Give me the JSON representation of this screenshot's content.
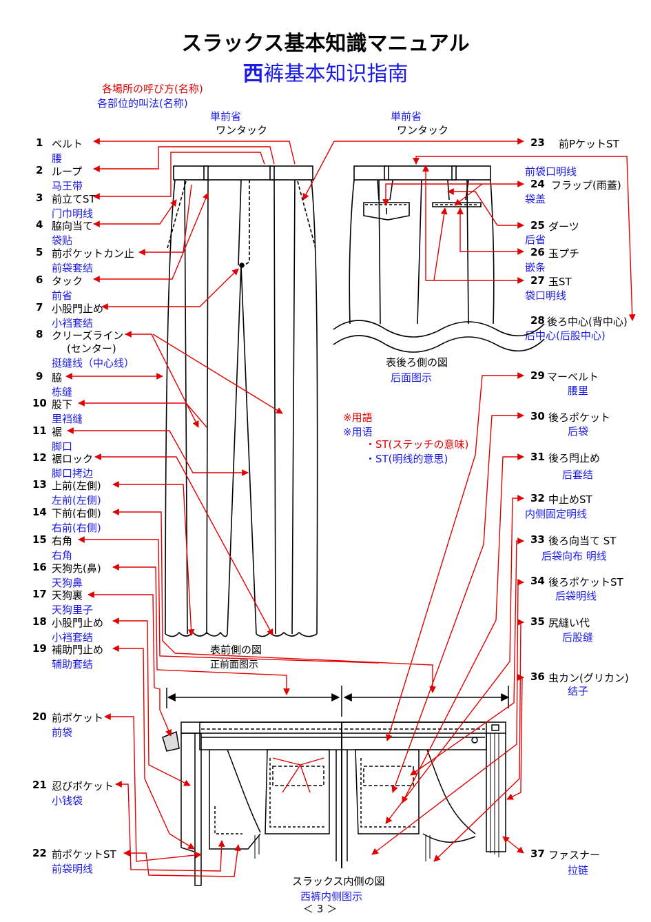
{
  "title_jp": "スラックス基本知識マニュアル",
  "title_cn_hl": "西",
  "title_cn_rest": "裤基本知识指南",
  "subtitle_jp": "各場所の呼び方(名称)",
  "subtitle_cn": "各部位的叫法(名称)",
  "front_top": {
    "a": "単前省",
    "b": "ワンタック"
  },
  "back_top": {
    "a": "単前省",
    "b": "ワンタック"
  },
  "front_caption": {
    "jp": "表前側の図",
    "cn": "正前面图示"
  },
  "back_caption": {
    "jp": "表後ろ側の図",
    "cn": "后面图示"
  },
  "inner_caption": {
    "jp": "スラックス内側の図",
    "cn": "西裤内侧图示"
  },
  "page_number": "＜ 3 ＞",
  "note": {
    "h_jp": "※用語",
    "h_cn": "※用语",
    "l_jp": "・ST(ステッチの意味)",
    "l_cn": "・ST(明线的意思)"
  },
  "left_items": [
    {
      "n": "1",
      "jp": "ベルト",
      "cn": "腰"
    },
    {
      "n": "2",
      "jp": "ループ",
      "cn": "马王带"
    },
    {
      "n": "3",
      "jp": "前立てST",
      "cn": "门巾明线"
    },
    {
      "n": "4",
      "jp": "脇向当て",
      "cn": "袋贴"
    },
    {
      "n": "5",
      "jp": "前ポケットカン止",
      "cn": "前袋套结"
    },
    {
      "n": "6",
      "jp": "タック",
      "cn": "前省"
    },
    {
      "n": "7",
      "jp": "小股門止め",
      "cn": "小裆套结"
    },
    {
      "n": "8",
      "jp": "クリーズライン",
      "jp2": "(センター)",
      "cn": "挺缝线（中心线）"
    },
    {
      "n": "9",
      "jp": "脇",
      "cn": "栋缝"
    },
    {
      "n": "10",
      "jp": "股下",
      "cn": "里裆缝"
    },
    {
      "n": "11",
      "jp": "裾",
      "cn": "脚口"
    },
    {
      "n": "12",
      "jp": "裾ロック",
      "cn": "脚口拷边"
    },
    {
      "n": "13",
      "jp": "上前(左側)",
      "cn": "左前(左侧)"
    },
    {
      "n": "14",
      "jp": "下前(右側)",
      "cn": "右前(右侧)"
    },
    {
      "n": "15",
      "jp": "右角",
      "cn": "右角"
    },
    {
      "n": "16",
      "jp": "天狗先(鼻)",
      "cn": "天狗鼻"
    },
    {
      "n": "17",
      "jp": "天狗裏",
      "cn": "天狗里子"
    },
    {
      "n": "18",
      "jp": "小股門止め",
      "cn": "小裆套结"
    },
    {
      "n": "19",
      "jp": "補助門止め",
      "cn": "辅助套结"
    },
    {
      "n": "20",
      "jp": "前ポケット",
      "cn": "前袋"
    },
    {
      "n": "21",
      "jp": "忍びポケット",
      "cn": "小钱袋"
    },
    {
      "n": "22",
      "jp": "前ポケットST",
      "cn": "前袋明线"
    }
  ],
  "right_items": [
    {
      "n": "23",
      "jp": "前PケットST",
      "cn": "前袋口明线"
    },
    {
      "n": "24",
      "jp": "フラップ(雨蓋)",
      "cn": "袋盖"
    },
    {
      "n": "25",
      "jp": "ダーツ",
      "cn": "后省"
    },
    {
      "n": "26",
      "jp": "玉プチ",
      "cn": "嵌条"
    },
    {
      "n": "27",
      "jp": "玉ST",
      "cn": "袋口明线"
    },
    {
      "n": "28",
      "jp": "後ろ中心(背中心)",
      "cn": "后中心(后股中心)"
    },
    {
      "n": "29",
      "jp": "マーベルト",
      "cn": "腰里"
    },
    {
      "n": "30",
      "jp": "後ろポケット",
      "cn": "后袋"
    },
    {
      "n": "31",
      "jp": "後ろ閂止め",
      "cn": "后套结"
    },
    {
      "n": "32",
      "jp": "中止めST",
      "cn": "内侧固定明线"
    },
    {
      "n": "33",
      "jp": "後ろ向当て ST",
      "cn": "后袋向布 明线"
    },
    {
      "n": "34",
      "jp": "後ろポケットST",
      "cn": "后袋明线"
    },
    {
      "n": "35",
      "jp": "尻縫い代",
      "cn": "后股缝"
    },
    {
      "n": "36",
      "jp": "虫カン(グリカン)",
      "cn": "结子"
    },
    {
      "n": "37",
      "jp": "ファスナー",
      "cn": "拉链"
    }
  ]
}
